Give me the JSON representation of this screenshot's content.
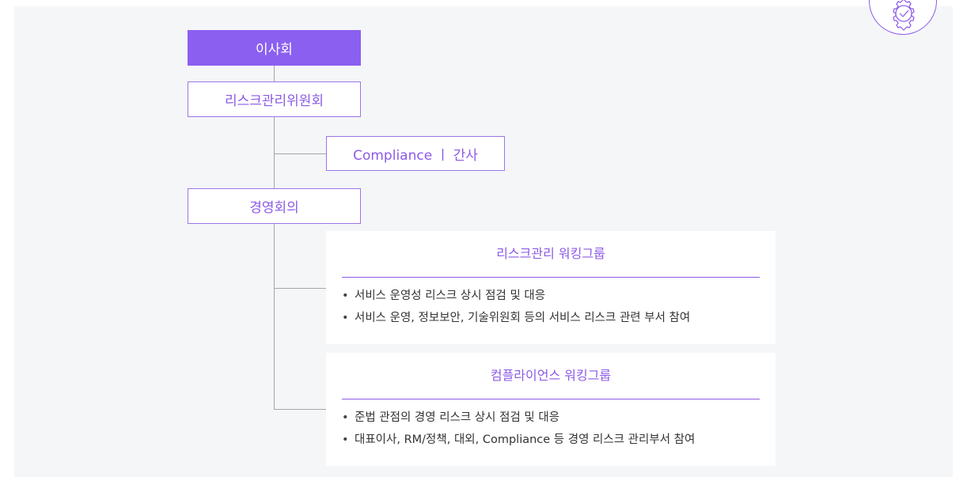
{
  "org_chart": {
    "board": "이사회",
    "risk_committee": "리스크관리위원회",
    "compliance": "Compliance ㅣ 간사",
    "management_meeting": "경영회의",
    "working_groups": [
      {
        "title": "리스크관리 워킹그룹",
        "items": [
          "서비스 운영성 리스크 상시 점검 및 대응",
          "서비스 운영, 정보보안, 기술위원회 등의 서비스 리스크 관련 부서 참여"
        ]
      },
      {
        "title": "컴플라이언스 워킹그룹",
        "items": [
          "준법 관점의 경영 리스크 상시 점검 및 대응",
          "대표이사, RM/정책, 대외, Compliance 등 경영 리스크 관리부서 참여"
        ]
      }
    ]
  },
  "decoration": {
    "badge_icon": "gear-check-icon",
    "accent_color": "#8b5ff0"
  }
}
